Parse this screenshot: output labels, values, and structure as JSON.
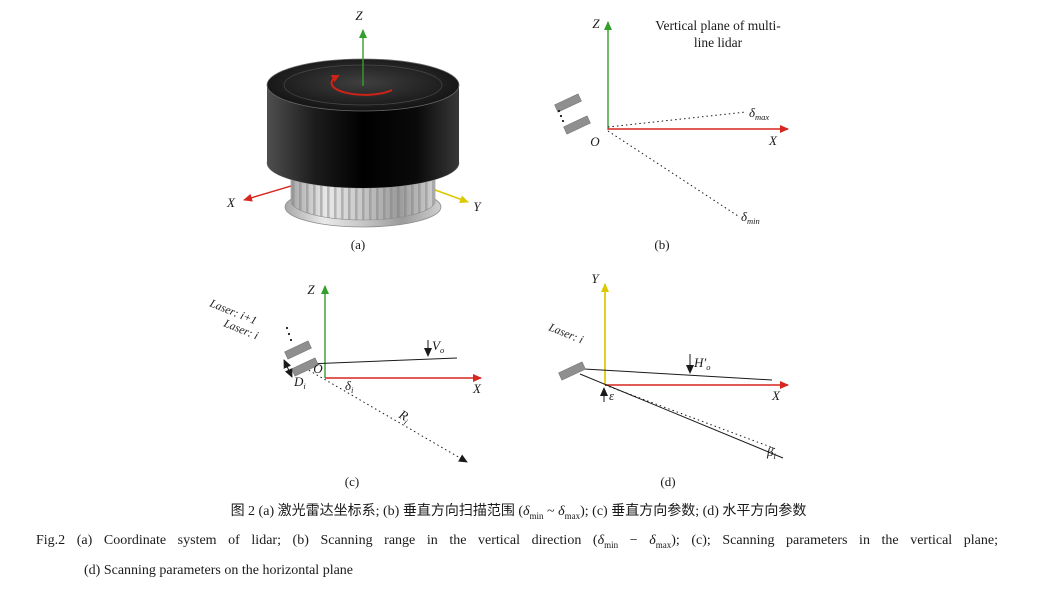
{
  "colors": {
    "axis_green": "#33a02c",
    "axis_red": "#d7261e",
    "axis_yellow": "#ddc800",
    "y_label_green_yellow": "#a6b800",
    "laser_gray": "#8f8f8f",
    "rotation_arrow_red": "#cf2318",
    "line_black": "#1a1a1a"
  },
  "panels": {
    "a": {
      "label": "(a)",
      "axis_z": "Z",
      "axis_x": "X",
      "axis_y": "Y"
    },
    "b": {
      "label": "(b)",
      "title_line1": "Vertical plane of multi-",
      "title_line2": "line lidar",
      "axis_z": "Z",
      "axis_x": "X",
      "origin": "O",
      "delta_max": "δ",
      "delta_max_sub": "max",
      "delta_min": "δ",
      "delta_min_sub": "min"
    },
    "c": {
      "label": "(c)",
      "axis_z": "Z",
      "axis_x": "X",
      "origin": "O",
      "laser_upper": "Laser: i+1",
      "laser_lower": "Laser: i",
      "dim_d": "D",
      "dim_d_sub": "i",
      "offset_v": "V",
      "offset_v_sub": "o",
      "angle_delta": "δ",
      "angle_delta_sub": "i",
      "range_r": "R",
      "range_r_sub": "i"
    },
    "d": {
      "label": "(d)",
      "axis_y": "Y",
      "axis_x": "X",
      "laser": "Laser: i",
      "offset_h": "H′",
      "offset_h_sub": "o",
      "angle_epsilon": "ε",
      "angle_beta": "β",
      "angle_beta_sub": "i"
    }
  },
  "captions": {
    "cn": {
      "seg_a": "图 2  (a) 激光雷达坐标系; (b) 垂直方向扫描范围 (",
      "delta1": "δ",
      "sub1": "min",
      "seg_b": " ~ ",
      "delta2": "δ",
      "sub2": "max",
      "seg_c": "); (c) 垂直方向参数; (d) 水平方向参数"
    },
    "en1": {
      "seg_a": "Fig.2  (a) Coordinate system of lidar;  (b) Scanning range in the vertical direction (",
      "delta1": "δ",
      "sub1": "min",
      "seg_b": " − ",
      "delta2": "δ",
      "sub2": "max",
      "seg_c": ");  (c); Scanning parameters in the vertical plane;"
    },
    "en2": "(d) Scanning parameters on the horizontal plane"
  }
}
